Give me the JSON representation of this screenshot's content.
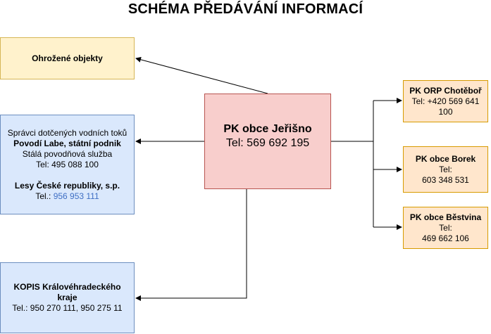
{
  "title": "SCHÉMA PŘEDÁVÁNÍ INFORMACÍ",
  "nodes": {
    "ohrozene": {
      "label": "Ohrožené objekty"
    },
    "spravci": {
      "line1": "Správci dotčených vodních toků",
      "line2": "Povodí Labe, státní podnik",
      "line3": "Stálá povodňová služba",
      "line4": "Tel: 495 088 100",
      "line5": "Lesy České republiky, s.p.",
      "tel_prefix": "Tel.: ",
      "tel_link": "956 953 111"
    },
    "kopis": {
      "name": "KOPIS Královéhradeckého kraje",
      "tel": "Tel.: 950 270 111, 950 275 11"
    },
    "center": {
      "name": "PK obce Jeřišno",
      "tel": "Tel: 569 692 195"
    },
    "orp": {
      "name": "PK ORP Chotěboř",
      "tel": "Tel: +420 569 641 100"
    },
    "borek": {
      "name": "PK obce Borek",
      "tel_label": "Tel:",
      "tel": "603 348 531"
    },
    "bestvina": {
      "name": "PK obce Běstvina",
      "tel_label": "Tel:",
      "tel": "469 662 106"
    }
  },
  "colors": {
    "yellow_fill": "#fff2cc",
    "blue_fill": "#dae8fc",
    "orange_fill": "#ffe6cc",
    "red_fill": "#f8cecc",
    "link": "#3f6fc4"
  }
}
